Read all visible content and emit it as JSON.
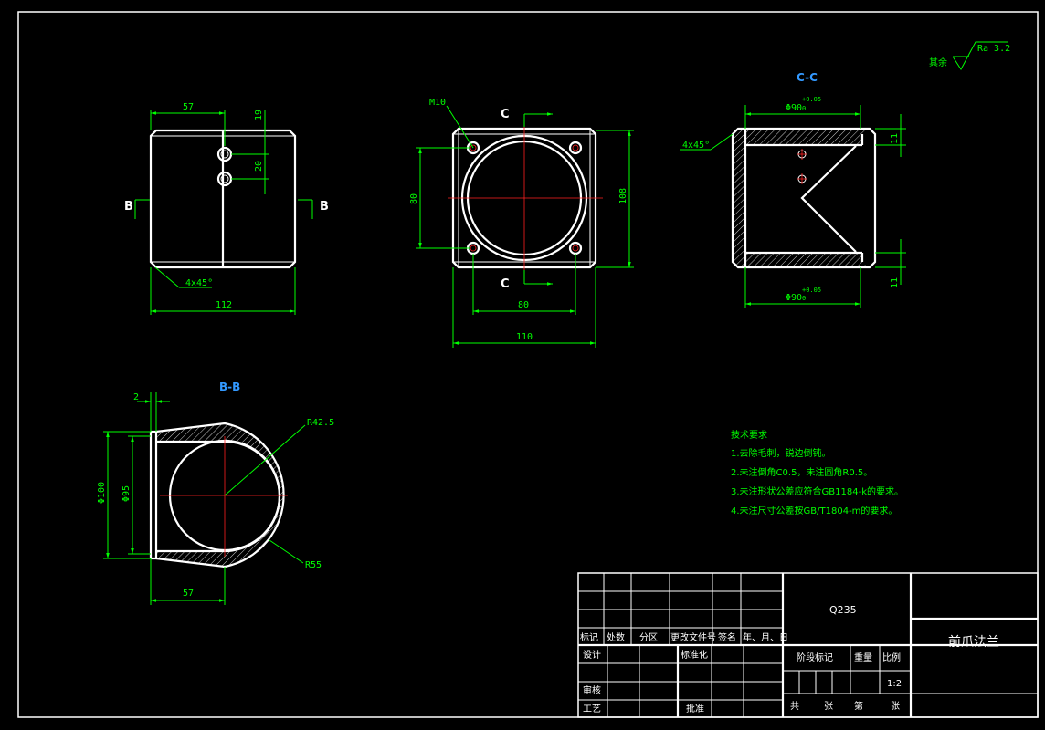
{
  "roughness": {
    "label": "其余",
    "value": "Ra 3.2"
  },
  "section_labels": {
    "cc": "C-C",
    "bb": "B-B",
    "c_top": "C",
    "c_bottom": "C",
    "b_left": "B",
    "b_right": "B"
  },
  "view1": {
    "d57": "57",
    "d19": "19",
    "d20": "20",
    "chamfer": "4x45°",
    "d112": "112"
  },
  "view2": {
    "m10": "M10",
    "d80v": "80",
    "d108": "108",
    "d80h": "80",
    "d110": "110"
  },
  "view3": {
    "dia_top": "Φ90",
    "tol_top": "+0.05",
    "tol_top2": "0",
    "dia_bot": "Φ90",
    "tol_bot": "+0.05",
    "tol_bot2": "0",
    "chamfer": "4x45°",
    "d11a": "11",
    "d11b": "11"
  },
  "view4": {
    "d2": "2",
    "r425": "R42.5",
    "d100": "Φ100",
    "d95": "Φ95",
    "r55": "R55",
    "d57": "57"
  },
  "tech": {
    "title": "技术要求",
    "items": [
      "1.去除毛刺，锐边倒钝。",
      "2.未注倒角C0.5，未注圆角R0.5。",
      "3.未注形状公差应符合GB1184-k的要求。",
      "4.未注尺寸公差按GB/T1804-m的要求。"
    ]
  },
  "title_block": {
    "headers": [
      "标记",
      "处数",
      "分区",
      "更改文件号",
      "签名",
      "年、月、日"
    ],
    "design": "设计",
    "standard": "标准化",
    "review": "审核",
    "process": "工艺",
    "approve": "批准",
    "material": "Q235",
    "stage": "阶段标记",
    "weight": "重量",
    "scale_label": "比例",
    "scale": "1:2",
    "total": "共",
    "sheet": "张",
    "page": "第",
    "sheet2": "张",
    "part_name": "前爪法兰"
  }
}
